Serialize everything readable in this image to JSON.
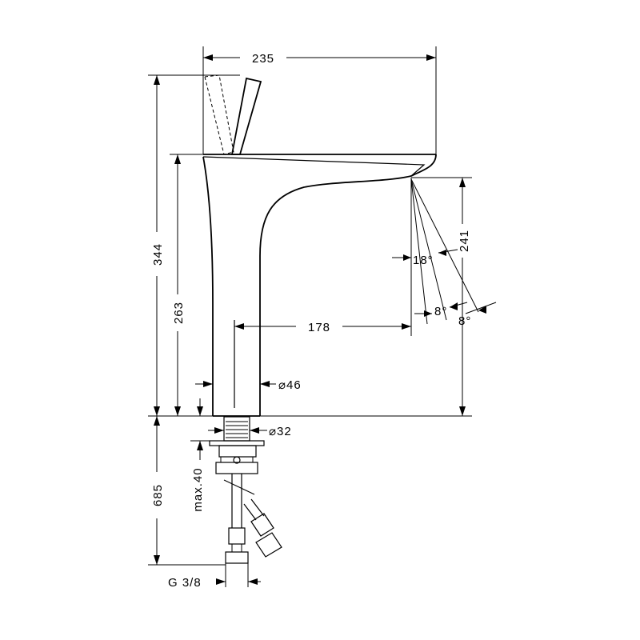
{
  "dimensions": {
    "overall_reach": "235",
    "overall_height": "344",
    "spout_height": "263",
    "spout_outlet_height": "241",
    "spout_reach": "178",
    "body_diameter": "⌀46",
    "thread_diameter": "⌀32",
    "max_deck_thickness": "max.40",
    "hose_length": "685",
    "connection_thread": "G 3/8"
  },
  "spray_angles": {
    "angle_1": "18°",
    "angle_2": "8°",
    "angle_3": "8°"
  }
}
